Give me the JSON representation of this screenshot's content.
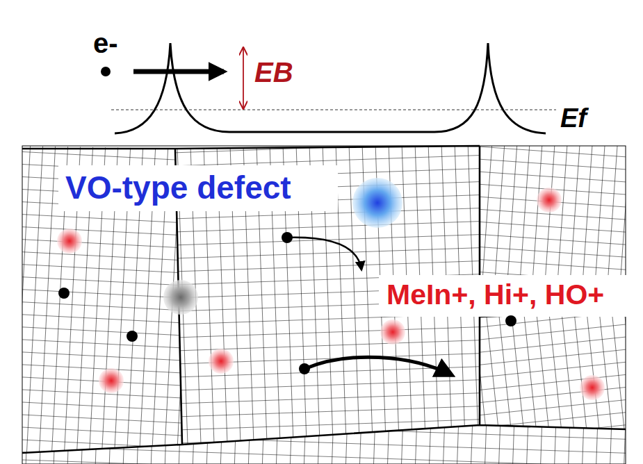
{
  "diagram": {
    "labels": [
      "e-",
      "EB",
      "Ef",
      "VO-type defect",
      "MeIn+, Hi+, HO+"
    ]
  }
}
